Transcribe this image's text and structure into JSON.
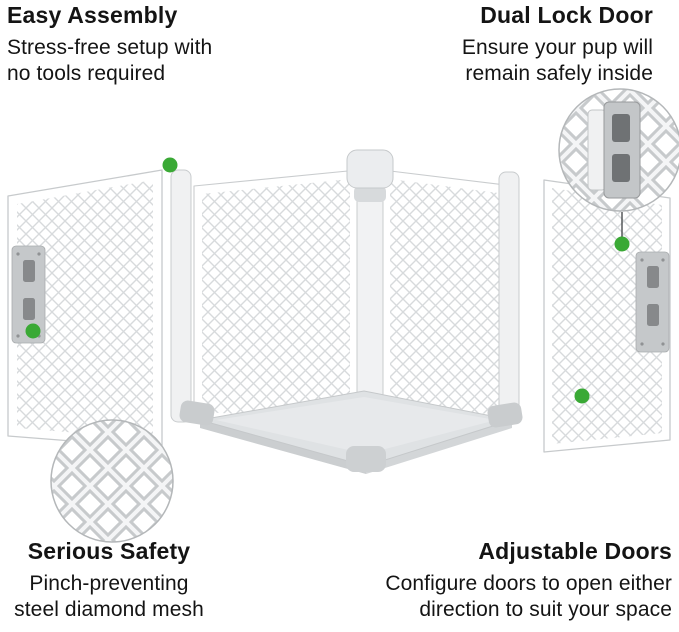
{
  "features": {
    "easy_assembly": {
      "title": "Easy Assembly",
      "line1": "Stress-free setup with",
      "line2": "no tools required"
    },
    "dual_lock_door": {
      "title": "Dual Lock Door",
      "line1": "Ensure your pup will",
      "line2": "remain safely inside"
    },
    "serious_safety": {
      "title": "Serious Safety",
      "line1": "Pinch-preventing",
      "line2": "steel diamond mesh"
    },
    "adjustable_doors": {
      "title": "Adjustable Doors",
      "line1": "Configure doors to open either",
      "line2": "direction to suit your space"
    }
  },
  "colors": {
    "marker_green": "#3aa935",
    "mesh_gray": "#d7dadc",
    "frame_white": "#f0f1f2",
    "plate_gray": "#c5c8ca",
    "floor_gray": "#dfe2e4",
    "text": "#141414"
  },
  "icons": {
    "feature_marker": "green-dot",
    "lock_detail_callout": "magnified-lock-closeup",
    "mesh_detail_callout": "magnified-mesh-closeup"
  }
}
